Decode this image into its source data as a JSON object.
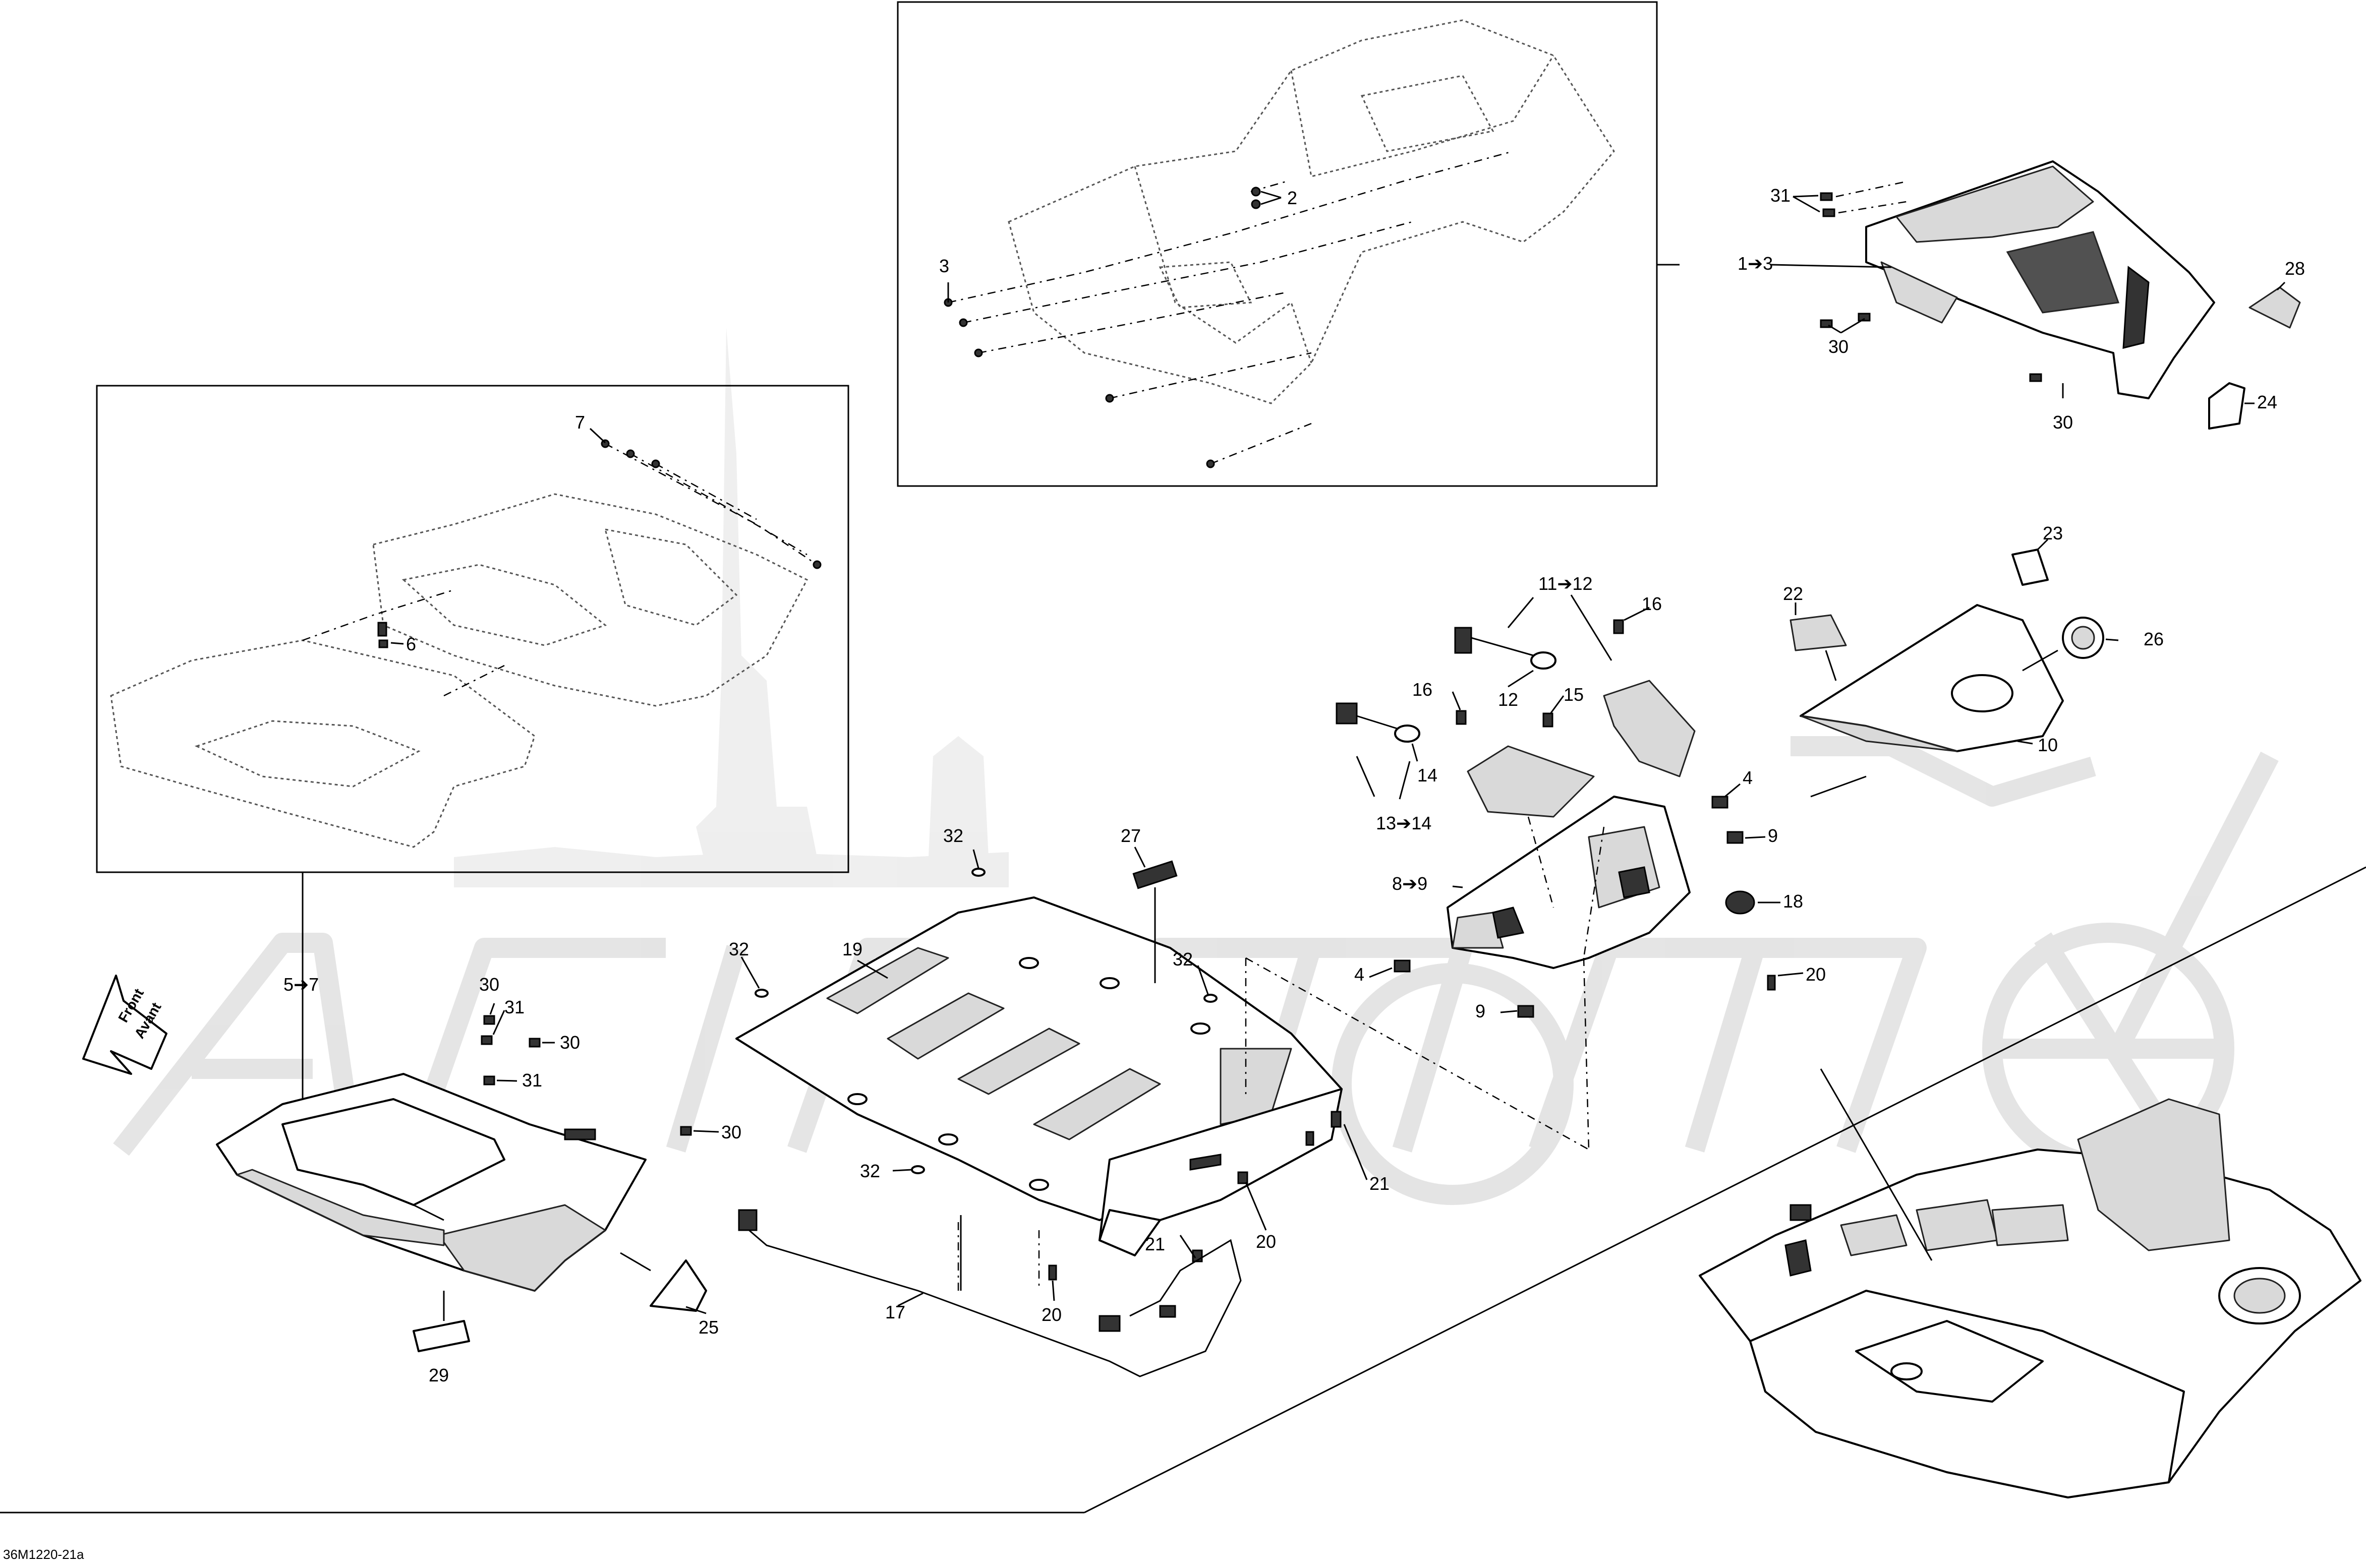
{
  "diagram": {
    "code": "36M1220-21a",
    "front_label": [
      "Front",
      "Avant"
    ]
  },
  "callouts": {
    "c1": "1➔3",
    "c2": "2",
    "c3a": "3",
    "c4a": "4",
    "c4b": "4",
    "c57": "5➔7",
    "c6": "6",
    "c7": "7",
    "c89": "8➔9",
    "c9a": "9",
    "c9b": "9",
    "c10": "10",
    "c1112": "11➔12",
    "c12": "12",
    "c1314": "13➔14",
    "c14": "14",
    "c15": "15",
    "c16a": "16",
    "c16b": "16",
    "c17": "17",
    "c18": "18",
    "c19": "19",
    "c20a": "20",
    "c20b": "20",
    "c20c": "20",
    "c21a": "21",
    "c21b": "21",
    "c22": "22",
    "c23": "23",
    "c24": "24",
    "c25": "25",
    "c26": "26",
    "c27": "27",
    "c28": "28",
    "c29": "29",
    "c30a": "30",
    "c30b": "30",
    "c30c": "30",
    "c30d": "30",
    "c30e": "30",
    "c31a": "31",
    "c31b": "31",
    "c31c": "31",
    "c32a": "32",
    "c32b": "32",
    "c32c": "32",
    "c32d": "32"
  }
}
